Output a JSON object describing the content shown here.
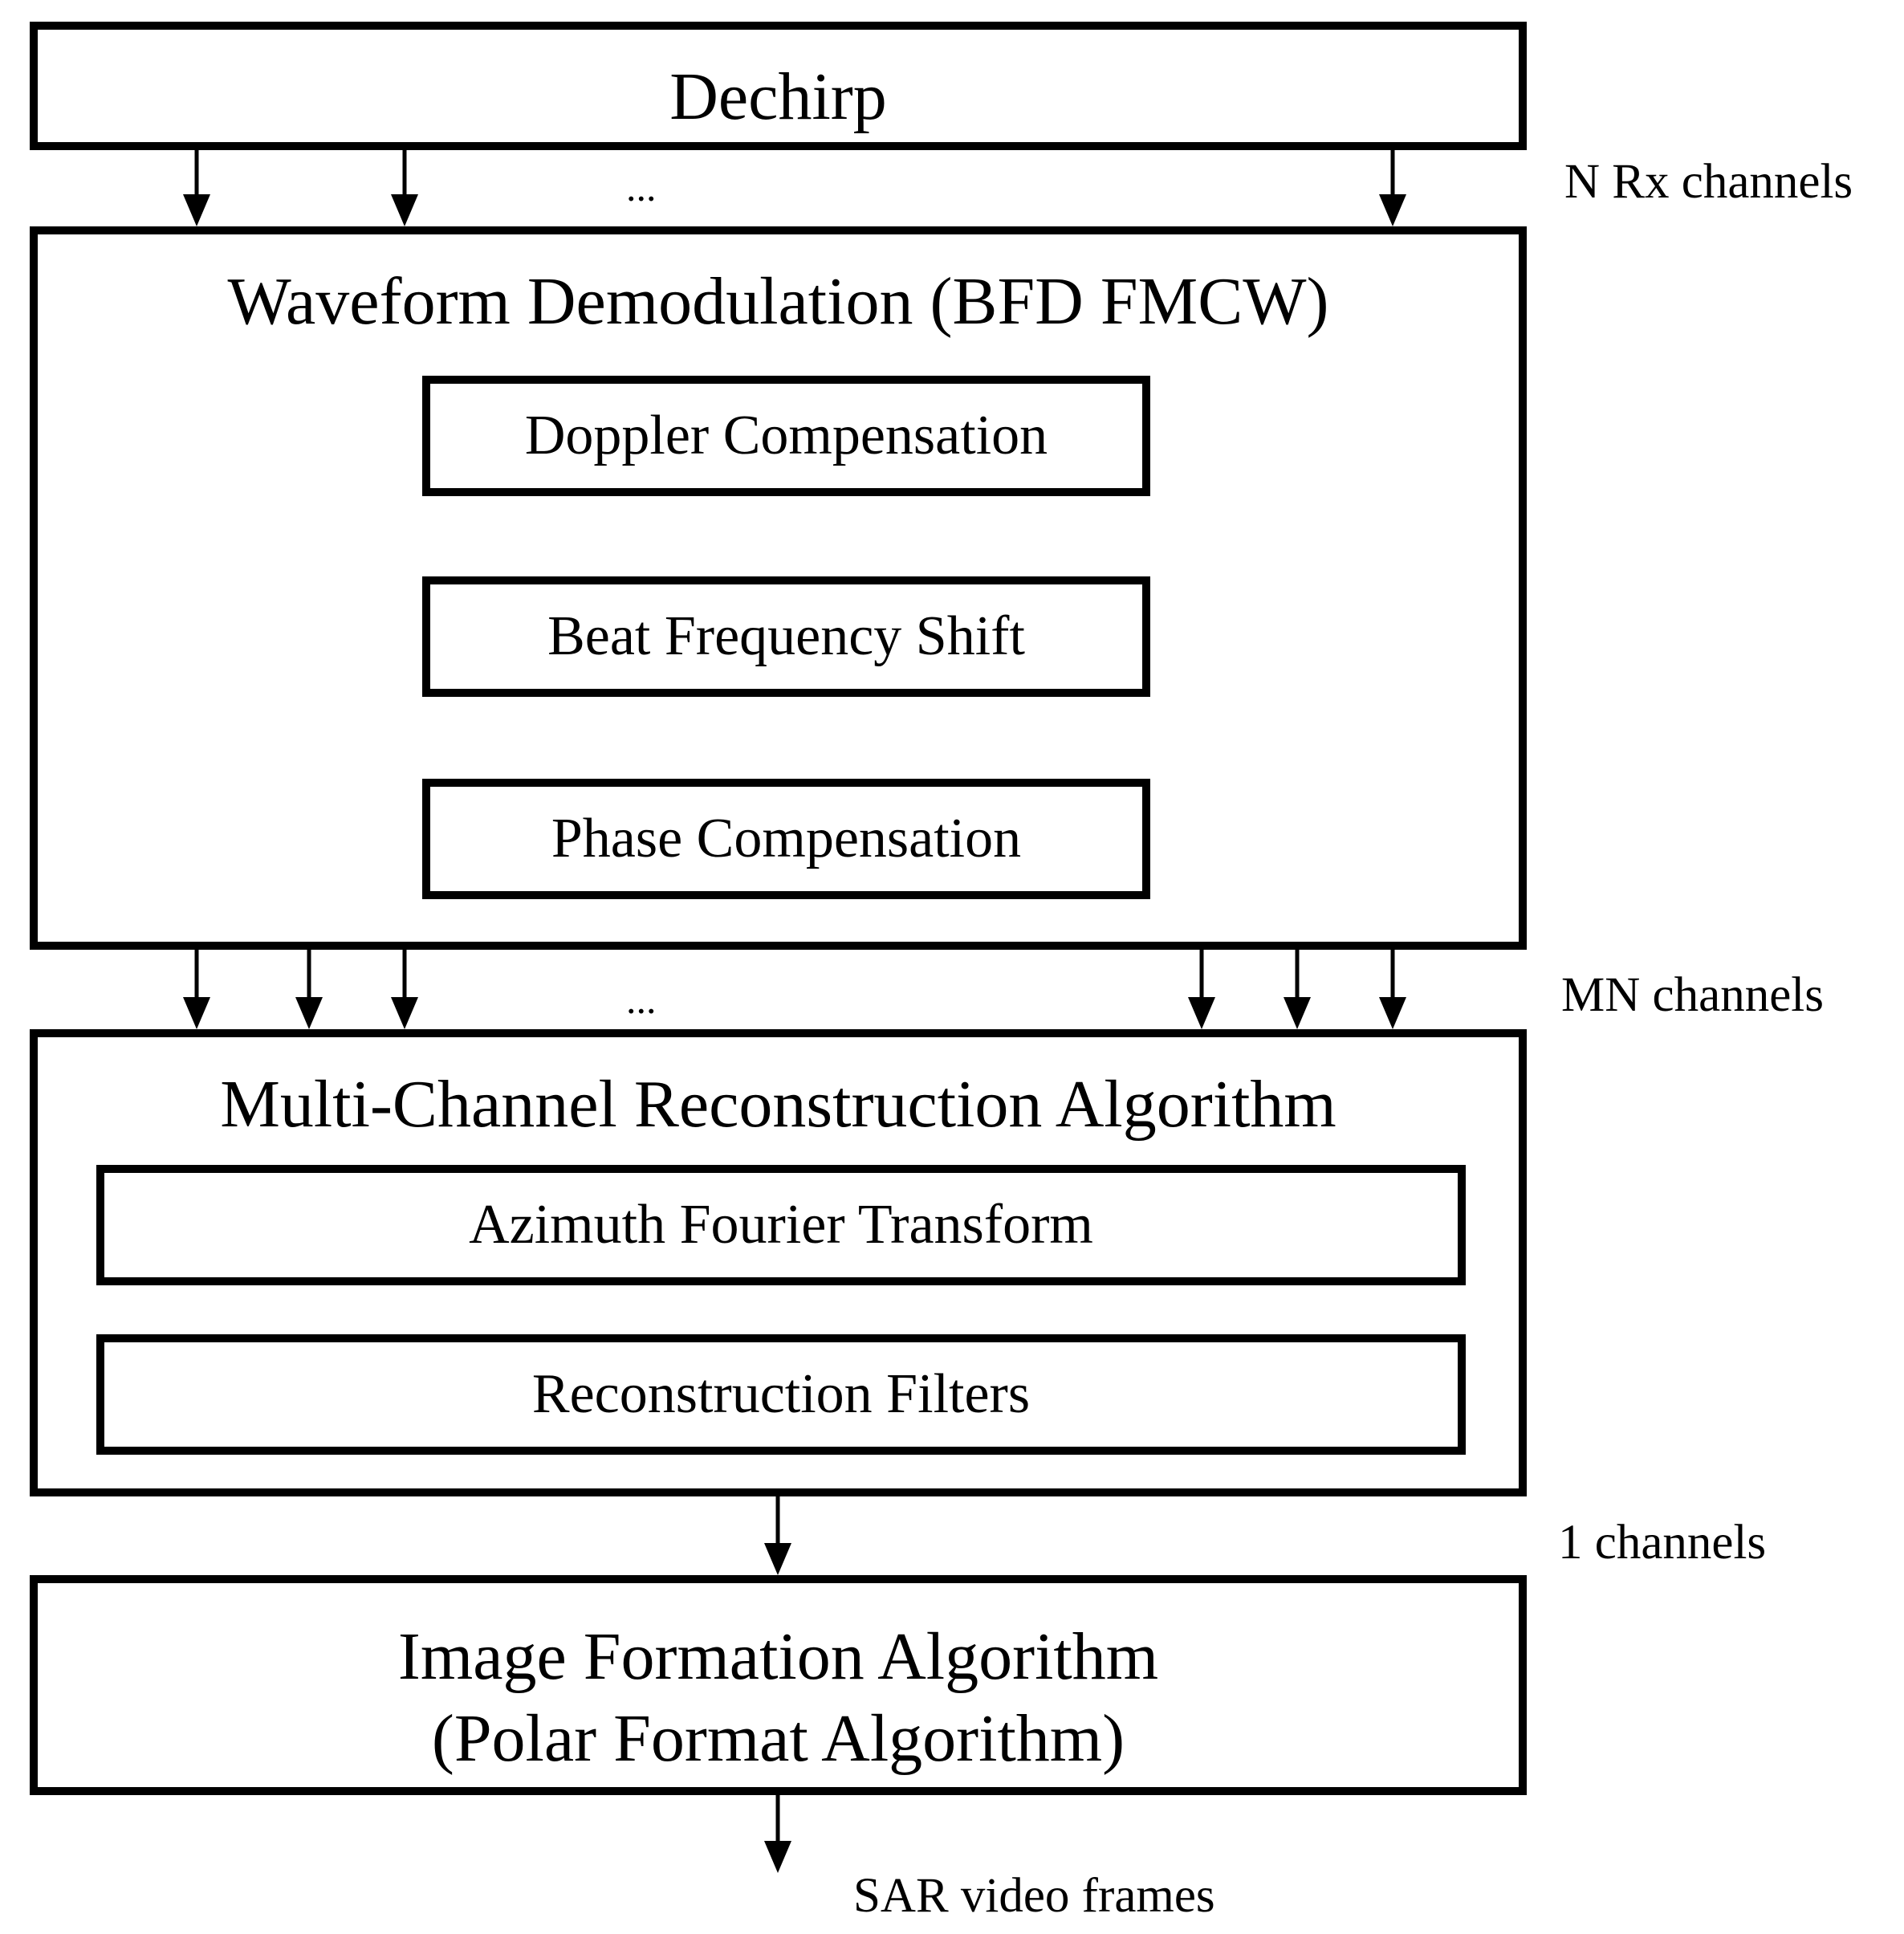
{
  "blocks": {
    "dechirp": {
      "title": "Dechirp"
    },
    "waveform": {
      "title": "Waveform Demodulation (BFD FMCW)",
      "steps": [
        "Doppler Compensation",
        "Beat Frequency Shift",
        "Phase Compensation"
      ]
    },
    "reconstruction": {
      "title": "Multi-Channel Reconstruction Algorithm",
      "steps": [
        "Azimuth Fourier Transform",
        "Reconstruction Filters"
      ]
    },
    "image_formation": {
      "title_line1": "Image Formation Algorithm",
      "title_line2": "(Polar Format Algorithm)"
    }
  },
  "channel_labels": {
    "rx": "N Rx channels",
    "mn": "MN channels",
    "one": "1 channels",
    "output": "SAR video frames"
  },
  "ellipsis": "...",
  "colors": {
    "stroke": "#000000",
    "background": "#ffffff"
  }
}
